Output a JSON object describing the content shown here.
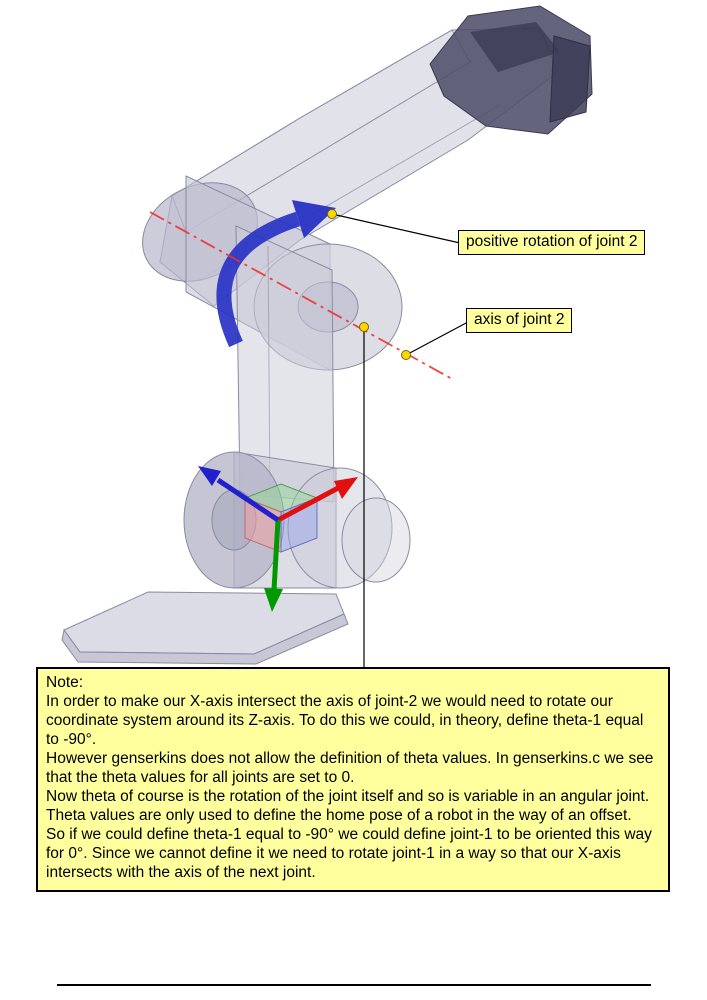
{
  "callouts": {
    "rotation": "positive rotation of joint 2",
    "axis": "axis of joint 2"
  },
  "note": {
    "title": "Note:",
    "paragraphs": [
      "In order to make our X-axis intersect the axis of joint-2 we would need to rotate our coordinate system around its Z-axis. To do this we could, in theory,  define theta-1 equal to -90°.",
      "However genserkins does not allow the definition of theta values. In genserkins.c we see that the theta values for all joints are set to 0.",
      "Now theta of course is the rotation of the joint itself and so is variable in an angular joint. Theta values are only used to define the home pose of a robot in the way of an offset.",
      "So if we could define theta-1 equal to -90° we could define joint-1  to be oriented this way for 0°.  Since we cannot define it we need to rotate joint-1 in a way so that our X-axis intersects with the axis of the next joint."
    ]
  },
  "colors": {
    "annotation_background": "#FFFF9E",
    "joint_axis_line_red": "#F03030",
    "rotation_arrow_blue": "#2832C4",
    "frame_arrow_red": "#E01010",
    "frame_arrow_green": "#009A00",
    "frame_arrow_blue": "#2020CC",
    "marker_dot_yellow": "#FFD700",
    "robot_body_gray": "#CFCFDC"
  }
}
